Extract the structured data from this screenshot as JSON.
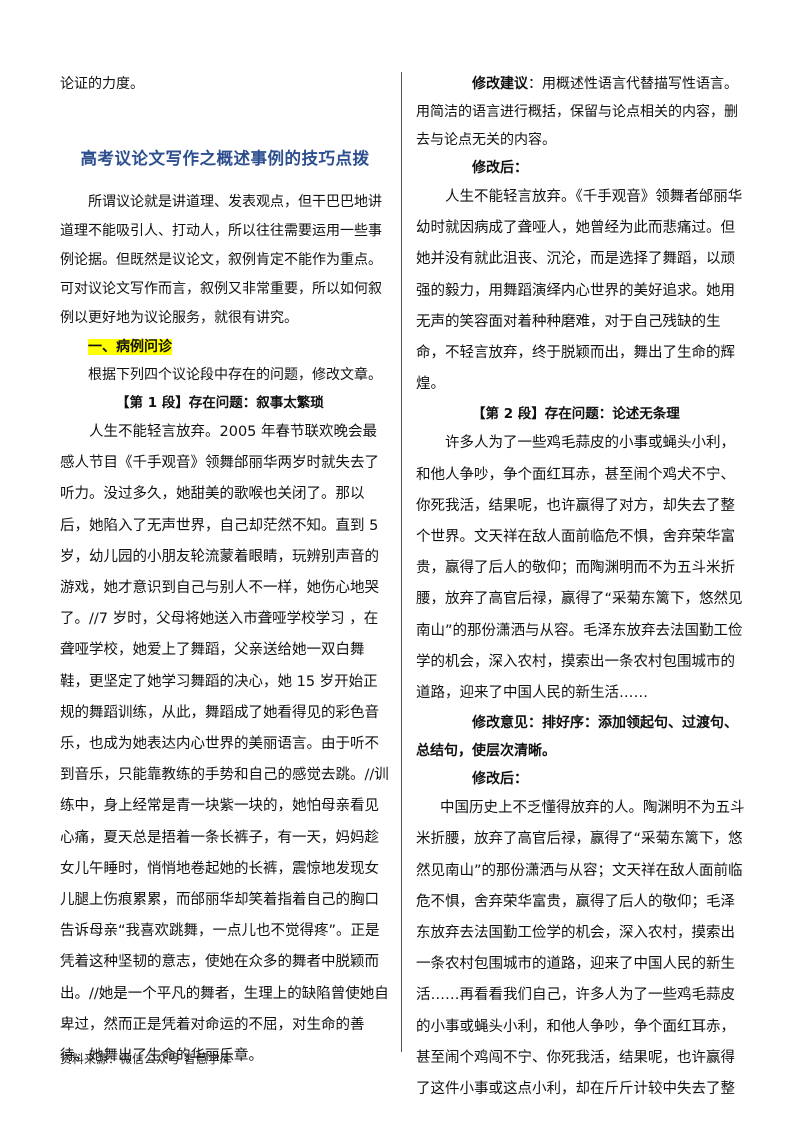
{
  "left": {
    "intro_tail": "论证的力度。",
    "title": "高考议论文写作之概述事例的技巧点拨",
    "intro_paragraph": "所谓议论就是讲道理、发表观点，但干巴巴地讲道理不能吸引人、打动人，所以往往需要运用一些事例论据。但既然是议论文，叙例肯定不能作为重点。可对议论文写作而言，叙例又非常重要，所以如何叙例以更好地为议论服务，就很有讲究。",
    "section1_heading": "一、病例问诊",
    "instruction": "根据下列四个议论段中存在的问题，修改文章。",
    "segment1_heading": "【第 1 段】存在问题：叙事太繁琐",
    "segment1_text": "人生不能轻言放弃。2005 年春节联欢晚会最感人节目《千手观音》领舞邰丽华两岁时就失去了听力。没过多久，她甜美的歌喉也关闭了。那以后，她陷入了无声世界，自己却茫然不知。直到 5 岁，幼儿园的小朋友轮流蒙着眼睛，玩辨别声音的游戏，她才意识到自己与别人不一样，她伤心地哭了。//7 岁时，父母将她送入市聋哑学校学习 ，在聋哑学校，她爱上了舞蹈，父亲送给她一双白舞鞋，更坚定了她学习舞蹈的决心，她 15 岁开始正规的舞蹈训练，从此，舞蹈成了她看得见的彩色音乐，也成为她表达内心世界的美丽语言。由于听不到音乐，只能靠教练的手势和自己的感觉去跳。//训练中，身上经常是青一块紫一块的，她怕母亲看见心痛，夏天总是捂着一条长裤子，有一天，妈妈趁女儿午睡时，悄悄地卷起她的长裤，震惊地发现女儿腿上伤痕累累，而邰丽华却笑着指着自己的胸口告诉母亲“我喜欢跳舞，一点儿也不觉得疼”。正是凭着这种坚韧的意志，使她在众多的舞者中脱颖而出。//她是一个平凡的舞者，生理上的缺陷曾使她自卑过，然而正是凭着对命运的不屈，对生命的善待，她舞出了生命的华丽乐章。"
  },
  "right": {
    "suggestion_label": "修改建议",
    "suggestion_text": "：用概述性语言代替描写性语言。用简洁的语言进行概括，保留与论点相关的内容，删去与论点无关的内容。",
    "revised1_label": "修改后：",
    "revised1_text": "人生不能轻言放弃。《千手观音》领舞者邰丽华幼时就因病成了聋哑人，她曾经为此而悲痛过。但她并没有就此沮丧、沉沦，而是选择了舞蹈，以顽强的毅力，用舞蹈演绎内心世界的美好追求。她用无声的笑容面对着种种磨难，对于自己残缺的生命，不轻言放弃，终于脱颖而出，舞出了生命的辉煌。",
    "segment2_heading": "【第 2 段】存在问题：论述无条理",
    "segment2_text": "许多人为了一些鸡毛蒜皮的小事或蝇头小利，和他人争吵，争个面红耳赤，甚至闹个鸡犬不宁、你死我活，结果呢，也许赢得了对方，却失去了整个世界。文天祥在敌人面前临危不惧，舍弃荣华富贵，赢得了后人的敬仰；而陶渊明而不为五斗米折腰，放弃了高官后禄，赢得了“采菊东篱下，悠然见南山”的那份潇洒与从容。毛泽东放弃去法国勤工俭学的机会，深入农村，摸索出一条农村包围城市的道路，迎来了中国人民的新生活……",
    "opinion_text": "修改意见：排好序：添加领起句、过渡句、总结句，使层次清晰。",
    "revised2_label": "修改后：",
    "revised2_text": "中国历史上不乏懂得放弃的人。陶渊明不为五斗米折腰，放弃了高官后禄，赢得了“采菊东篱下，悠然见南山”的那份潇洒与从容；文天祥在敌人面前临危不惧，舍弃荣华富贵，赢得了后人的敬仰；毛泽东放弃去法国勤工俭学的机会，深入农村，摸索出一条农村包围城市的道路，迎来了中国人民的新生活……再看看我们自己，许多人为了一些鸡毛蒜皮的小事或蝇头小利，和他人争吵，争个面红耳赤，甚至闹个鸡闯不宁、你死我活，结果呢，也许赢得了这件小事或这点小利，却在斤斤计较中失去了整"
  },
  "footer": {
    "source": "资料来源：微信公众号  智慧学库"
  }
}
